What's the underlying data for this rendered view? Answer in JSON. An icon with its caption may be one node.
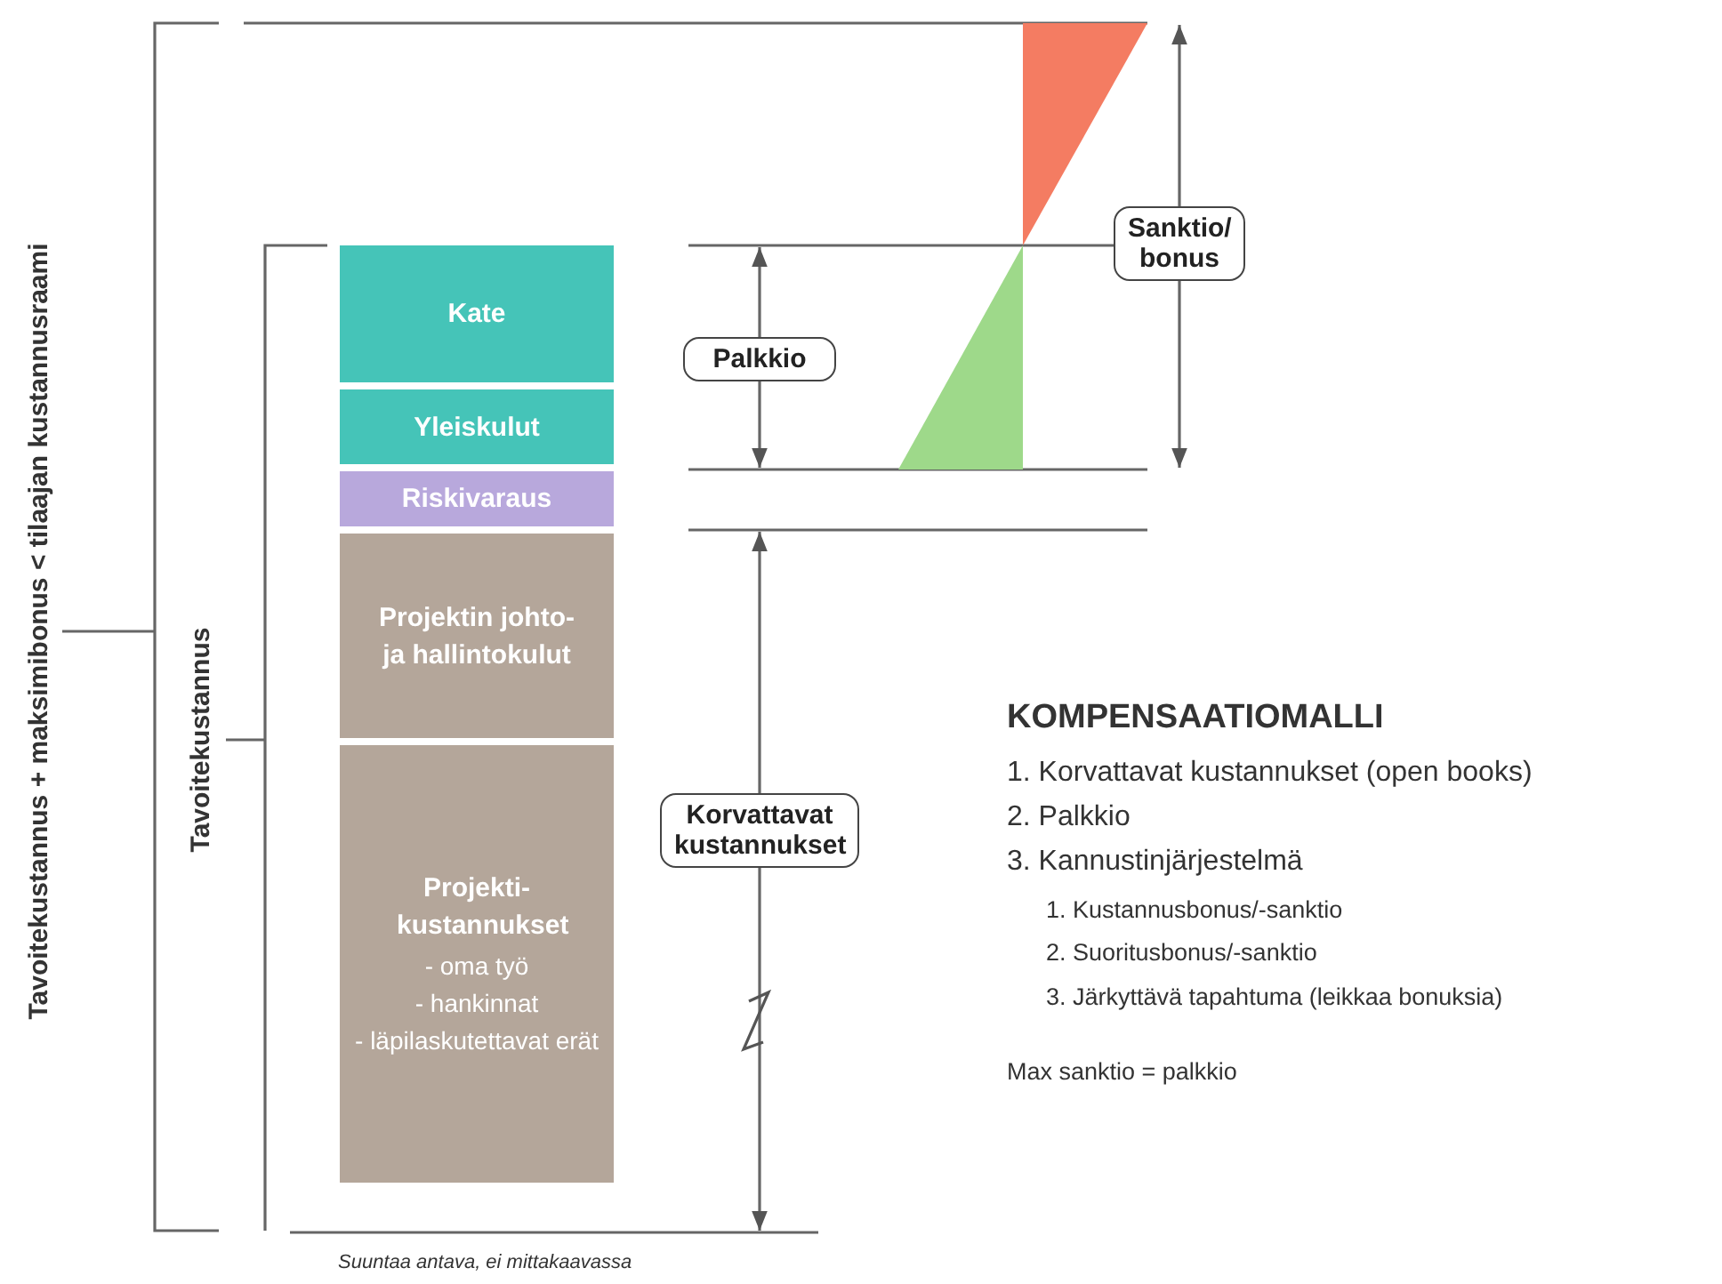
{
  "diagram": {
    "title": "KOMPENSAATIOMALLI",
    "caption": "Suuntaa antava, ei mittakaavassa",
    "nodes": [
      {
        "text": [
          "Kate"
        ]
      },
      {
        "text": [
          "Yleiskulut"
        ]
      },
      {
        "text": [
          "Riskivaraus"
        ]
      },
      {
        "text": [
          "Projektin johto- ja hallintokulut"
        ]
      },
      {
        "text": [
          "Projekti- kustannukset",
          "- oma työ",
          "- hankinnat",
          "- läpilaskutettavat erät"
        ]
      },
      {
        "text": [
          "Palkkio"
        ]
      },
      {
        "text": [
          "Sanktio/ bonus"
        ]
      },
      {
        "text": [
          "Korvattavat kustannukset"
        ]
      }
    ],
    "labels": [
      "Tavoitekustannus + maksimibonus < tilaajan kustannusraami",
      "Tavoitekustannus",
      "1. Korvattavat kustannukset (open books)",
      "2. Palkkio",
      "3. Kannustinjärjestelmä",
      "1. Kustannusbonus/-sanktio",
      "2. Suoritusbonus/-sanktio",
      "3. Järkyttävä tapahtuma (leikkaa bonuksia)",
      "Max sanktio = palkkio"
    ]
  }
}
